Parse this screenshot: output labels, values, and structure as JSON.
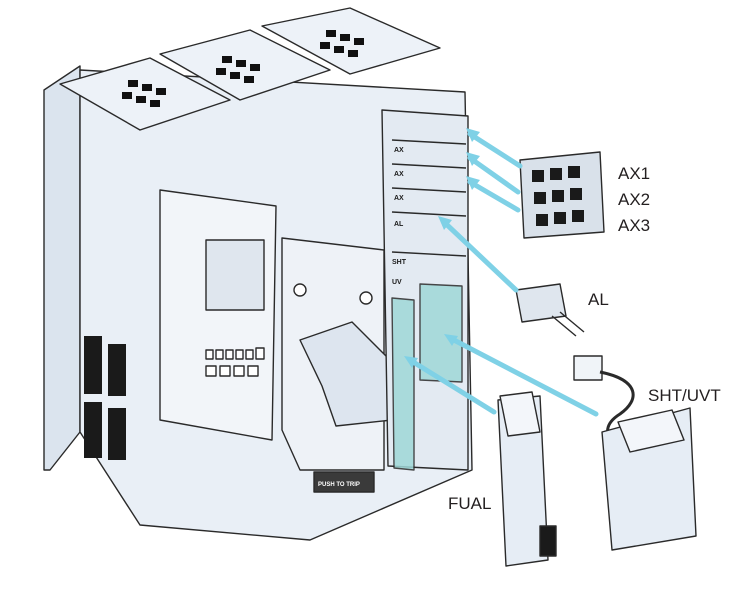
{
  "labels": {
    "ax1": "AX1",
    "ax2": "AX2",
    "ax3": "AX3",
    "al": "AL",
    "sht_uvt": "SHT/UVT",
    "fual": "FUAL"
  },
  "device_marks": {
    "slot_ax_1": "AX",
    "slot_ax_2": "AX",
    "slot_ax_3": "AX",
    "slot_al": "AL",
    "slot_sht": "SHT",
    "slot_uv": "UV",
    "push_button": "PUSH TO TRIP"
  },
  "colors": {
    "arrow": "#7fd1e6",
    "body_fill": "#e6edf5",
    "body_shade": "#cdd9e6",
    "outline": "#2a2a2a",
    "slot_highlight": "#9fd8d8"
  }
}
